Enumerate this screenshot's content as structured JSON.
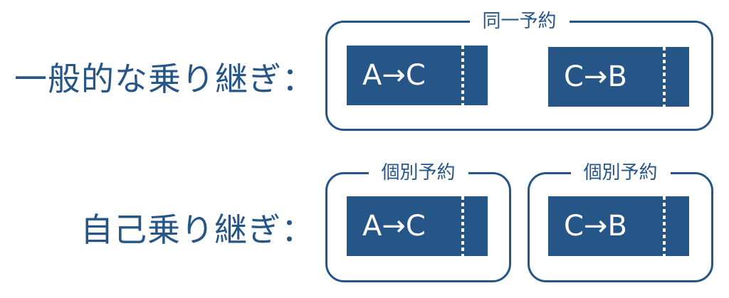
{
  "colors": {
    "primary": "#265587",
    "background": "#ffffff",
    "ticket_text": "#ffffff"
  },
  "rows": [
    {
      "label": "一般的な乗り継ぎ：",
      "groups": [
        {
          "title": "同一予約",
          "tickets": [
            {
              "route": "A→C"
            },
            {
              "route": "C→B"
            }
          ]
        }
      ]
    },
    {
      "label": "自己乗り継ぎ：",
      "groups": [
        {
          "title": "個別予約",
          "tickets": [
            {
              "route": "A→C"
            }
          ]
        },
        {
          "title": "個別予約",
          "tickets": [
            {
              "route": "C→B"
            }
          ]
        }
      ]
    }
  ]
}
